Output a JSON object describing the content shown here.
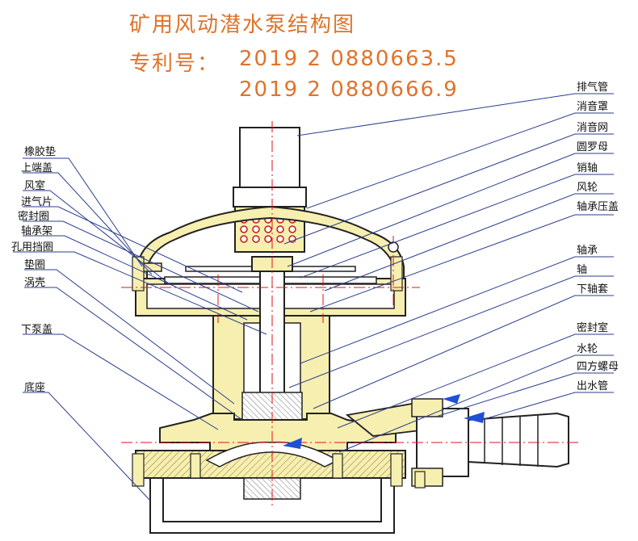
{
  "title": {
    "line1": "矿用风动潜水泵结构图",
    "line2_prefix": "专利号：",
    "patents": [
      "2019 2 0880663.5",
      "2019 2 0880666.9"
    ]
  },
  "colors": {
    "title": "#e0732a",
    "body_fill": "#f7efb0",
    "outline": "#222222",
    "leader": "#2a3d8f",
    "centerline": "#e0101a",
    "arrow": "#1f4fd6",
    "bolt": "#c41a1a",
    "hatch": "#555555"
  },
  "labels_left": [
    "橡胶垫",
    "上端盖",
    "风室",
    "进气片",
    "密封圈",
    "轴承架",
    "孔用挡圈",
    "垫圈",
    "涡壳",
    "下泵盖",
    "底座"
  ],
  "labels_right": [
    "排气管",
    "消音罩",
    "消音网",
    "圆罗母",
    "销轴",
    "风轮",
    "轴承压盖",
    "轴承",
    "轴",
    "下轴套",
    "密封室",
    "水轮",
    "四方螺母",
    "出水管"
  ]
}
